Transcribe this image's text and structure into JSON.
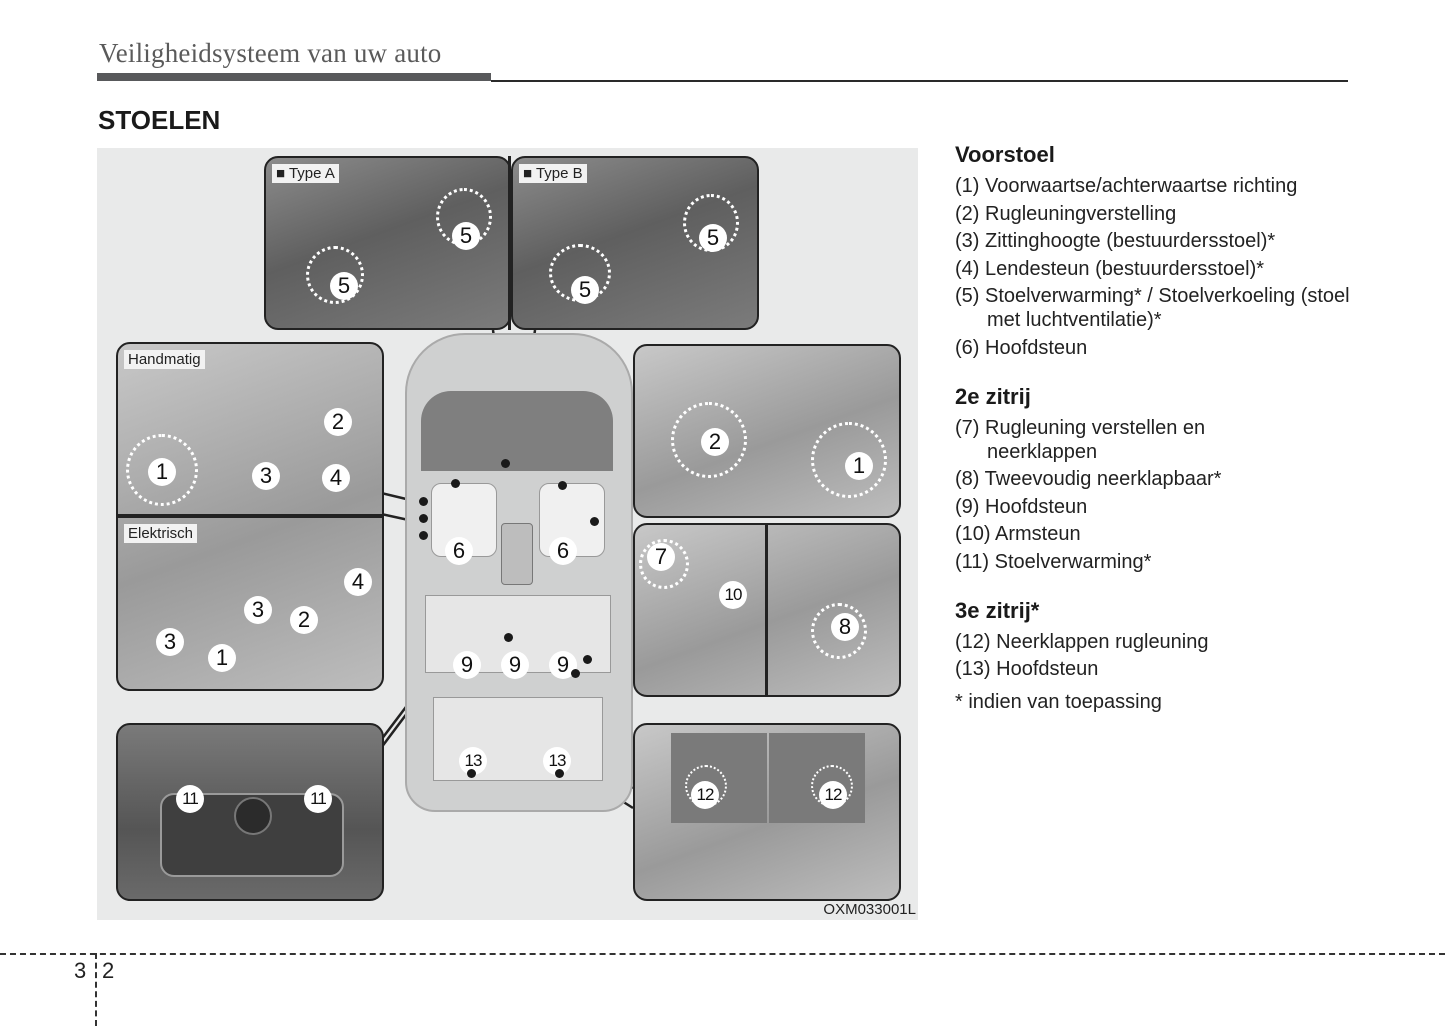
{
  "header": {
    "chapter_title": "Veiligheidsysteem van uw auto",
    "section_title": "STOELEN"
  },
  "figure": {
    "code": "OXM033001L",
    "panels": {
      "type_a": {
        "label": "■ Type A",
        "callouts": [
          "5",
          "5"
        ]
      },
      "type_b": {
        "label": "■ Type B",
        "callouts": [
          "5",
          "5"
        ]
      },
      "handmatig": {
        "label": "Handmatig",
        "callouts": [
          "1",
          "2",
          "3",
          "4"
        ]
      },
      "elektrisch": {
        "label": "Elektrisch",
        "callouts": [
          "3",
          "3",
          "1",
          "2",
          "4"
        ]
      },
      "passenger_seat": {
        "callouts": [
          "2",
          "1"
        ]
      },
      "second_row_left": {
        "callouts": [
          "7",
          "10"
        ]
      },
      "second_row_right": {
        "callouts": [
          "8"
        ]
      },
      "rear_console": {
        "callouts": [
          "11",
          "11"
        ]
      },
      "cargo": {
        "callouts": [
          "12",
          "12"
        ]
      },
      "car_overview": {
        "callouts": [
          "6",
          "6",
          "9",
          "9",
          "9",
          "13",
          "13"
        ]
      }
    }
  },
  "legend": {
    "groups": [
      {
        "title": "Voorstoel",
        "items": [
          "(1) Voorwaartse/achterwaartse richting",
          "(2) Rugleuningverstelling",
          "(3) Zittinghoogte (bestuurdersstoel)*",
          "(4) Lendesteun (bestuurdersstoel)*",
          "(5) Stoelverwarming* / Stoelverkoeling (stoel met luchtventilatie)*",
          "(6) Hoofdsteun"
        ]
      },
      {
        "title": "2e zitrij",
        "items": [
          "(7) Rugleuning verstellen en neerklappen",
          "(8) Tweevoudig neerklapbaar*",
          "(9) Hoofdsteun",
          "(10) Armsteun",
          "(11) Stoelverwarming*"
        ]
      },
      {
        "title": "3e zitrij*",
        "items": [
          "(12) Neerklappen rugleuning",
          "(13) Hoofdsteun"
        ]
      }
    ],
    "footnote": "* indien van toepassing"
  },
  "footer": {
    "chapter_number": "3",
    "page_number": "2"
  }
}
